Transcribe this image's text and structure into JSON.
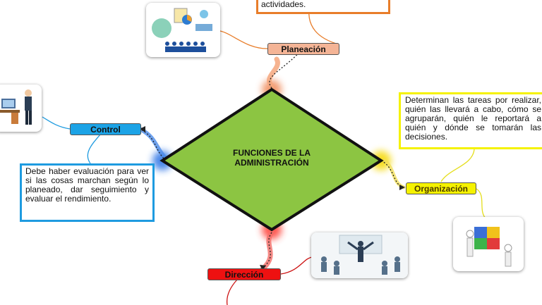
{
  "center": {
    "line1": "FUNCIONES DE LA",
    "line2": "ADMINISTRACIÓN"
  },
  "branches": {
    "planeacion": {
      "label": "Planeación",
      "note_tail": "actividades."
    },
    "organizacion": {
      "label": "Organización",
      "note": "Determinan las tareas por realizar, quién las llevará a cabo, cómo se agruparán, quién le reportará a quién y dónde se tomarán las decisiones."
    },
    "direccion": {
      "label": "Dirección"
    },
    "control": {
      "label": "Control",
      "note": "Debe haber evaluación para ver si las cosas marchan según lo planeado, dar seguimiento y evaluar el rendimiento."
    }
  },
  "colors": {
    "diamond_fill": "#8cc542",
    "planeacion": "#f4b496",
    "planeacion_border": "#e87d2a",
    "organizacion": "#f5f200",
    "direccion": "#ee1111",
    "control": "#1ca3e6",
    "control_border": "#1e9be0"
  }
}
